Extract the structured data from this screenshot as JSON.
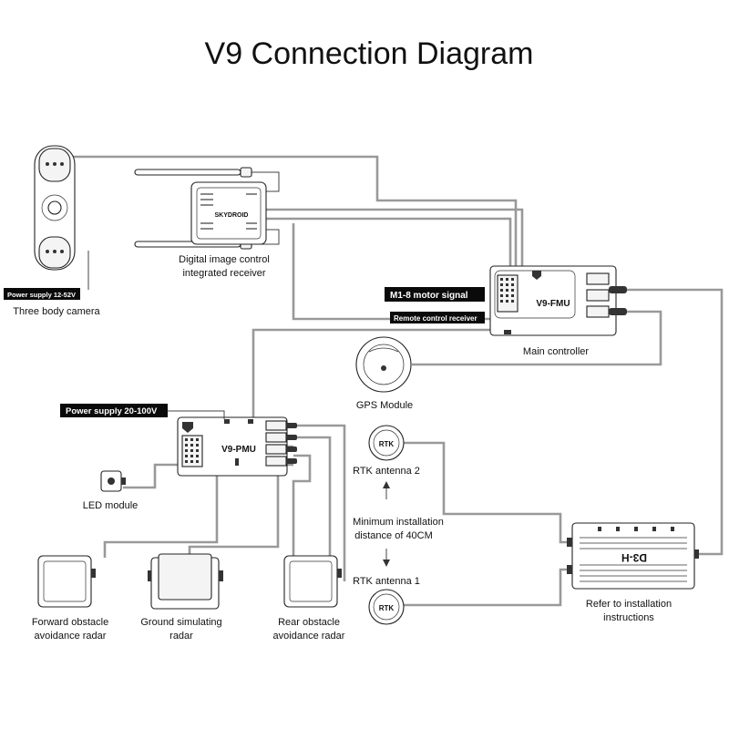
{
  "title": "V9 Connection Diagram",
  "components": {
    "camera": {
      "label": "Three body camera",
      "tag": "Power supply 12-52V"
    },
    "receiver": {
      "label_line1": "Digital image control",
      "label_line2": "integrated receiver",
      "brand": "SKYDROID"
    },
    "main_controller": {
      "label": "Main controller",
      "brand": "V9-FMU",
      "tag_motor": "M1-8 motor signal",
      "tag_remote": "Remote control receiver"
    },
    "gps": {
      "label": "GPS Module"
    },
    "pmu": {
      "brand": "V9-PMU",
      "tag": "Power supply 20-100V"
    },
    "led": {
      "label": "LED module"
    },
    "rtk2": {
      "label": "RTK antenna 2",
      "mark": "RTK"
    },
    "rtk1": {
      "label": "RTK antenna 1",
      "mark": "RTK"
    },
    "distance_note": {
      "line1": "Minimum installation",
      "line2": "distance of 40CM"
    },
    "d3h": {
      "brand": "D3-H",
      "label_line1": "Refer to installation",
      "label_line2": "instructions"
    },
    "forward_radar": {
      "label_line1": "Forward obstacle",
      "label_line2": "avoidance radar"
    },
    "ground_radar": {
      "label_line1": "Ground simulating",
      "label_line2": "radar"
    },
    "rear_radar": {
      "label_line1": "Rear obstacle",
      "label_line2": "avoidance radar"
    }
  }
}
